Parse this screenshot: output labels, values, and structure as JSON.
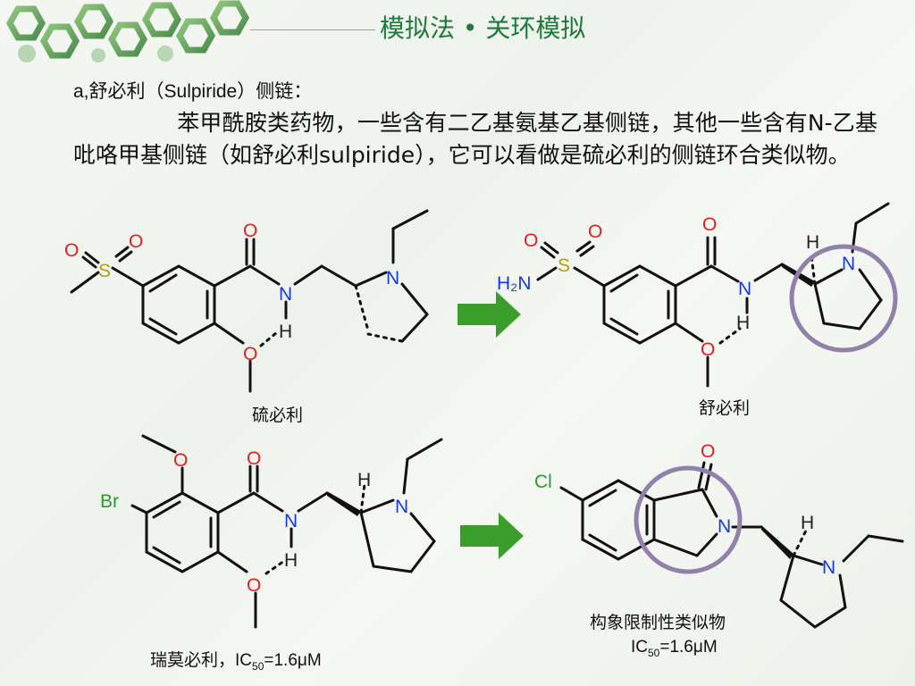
{
  "header": {
    "title": "模拟法 • 关环模拟"
  },
  "section": {
    "subtitle": "a,舒必利（Sulpiride）侧链：",
    "paragraph": "苯甲酰胺类药物，一些含有二乙基氨基乙基侧链，其他一些含有N-乙基吡咯甲基侧链（如舒必利sulpiride），它可以看做是硫必利的侧链环合类似物。"
  },
  "molecules": {
    "m1": {
      "caption": "硫必利",
      "labels": {
        "o1": "O",
        "o2": "O",
        "s": "S",
        "o_amide": "O",
        "n_amide": "N",
        "h": "H",
        "n_ring": "N",
        "o_ether": "O"
      }
    },
    "m2": {
      "caption": "舒必利",
      "labels": {
        "h2n": "H₂N",
        "o1": "O",
        "o2": "O",
        "s": "S",
        "o_amide": "O",
        "n_amide": "N",
        "h_nh": "H",
        "h_stereo": "H",
        "n_ring": "N",
        "o_ether": "O"
      }
    },
    "m3": {
      "caption_name": "瑞莫必利，IC",
      "caption_sub": "50",
      "caption_value": "=1.6μM",
      "labels": {
        "br": "Br",
        "o_methoxy": "O",
        "o_amide": "O",
        "n_amide": "N",
        "h_nh": "H",
        "h_stereo": "H",
        "n_ring": "N",
        "o_ether": "O"
      }
    },
    "m4": {
      "caption_line1": "构象限制性类似物",
      "caption_name": "IC",
      "caption_sub": "50",
      "caption_value": "=1.6μM",
      "labels": {
        "cl": "Cl",
        "o": "O",
        "n_lactam": "N",
        "h_stereo": "H",
        "n_ring": "N"
      }
    }
  },
  "colors": {
    "title": "#1f7a3a",
    "arrow": "#3a9e2a",
    "sulfur": "#b59a1a",
    "oxygen": "#e02020",
    "nitrogen": "#1a3ad6",
    "halogen": "#2d9a2d",
    "highlight_circle": "#9080aa"
  }
}
